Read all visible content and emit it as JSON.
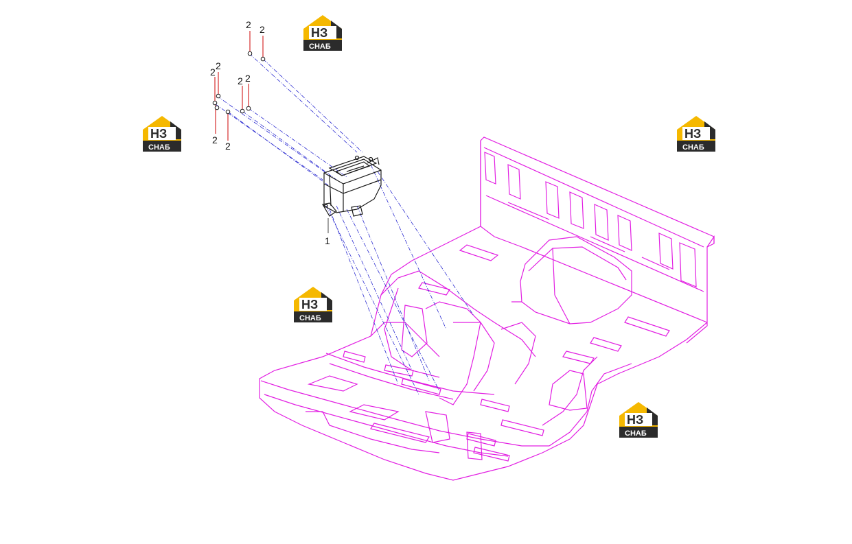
{
  "diagram": {
    "colors": {
      "floor": "#e21ee2",
      "bracket": "#1a1a1a",
      "leader": "#2a2ad0",
      "tick": "#cc0000",
      "text": "#111111",
      "wm_yellow": "#f5b800",
      "wm_dark": "#2b2b2b"
    },
    "callouts": [
      {
        "id": "c1",
        "text": "2"
      },
      {
        "id": "c2",
        "text": "2"
      },
      {
        "id": "c3",
        "text": "2"
      },
      {
        "id": "c4",
        "text": "2"
      },
      {
        "id": "c5",
        "text": "2"
      },
      {
        "id": "c6",
        "text": "2"
      },
      {
        "id": "c7",
        "text": "2"
      },
      {
        "id": "c8",
        "text": "2"
      },
      {
        "id": "c9",
        "text": "1"
      }
    ],
    "watermark": {
      "top_text": "НЗ",
      "bottom_text": "СНАБ"
    }
  }
}
